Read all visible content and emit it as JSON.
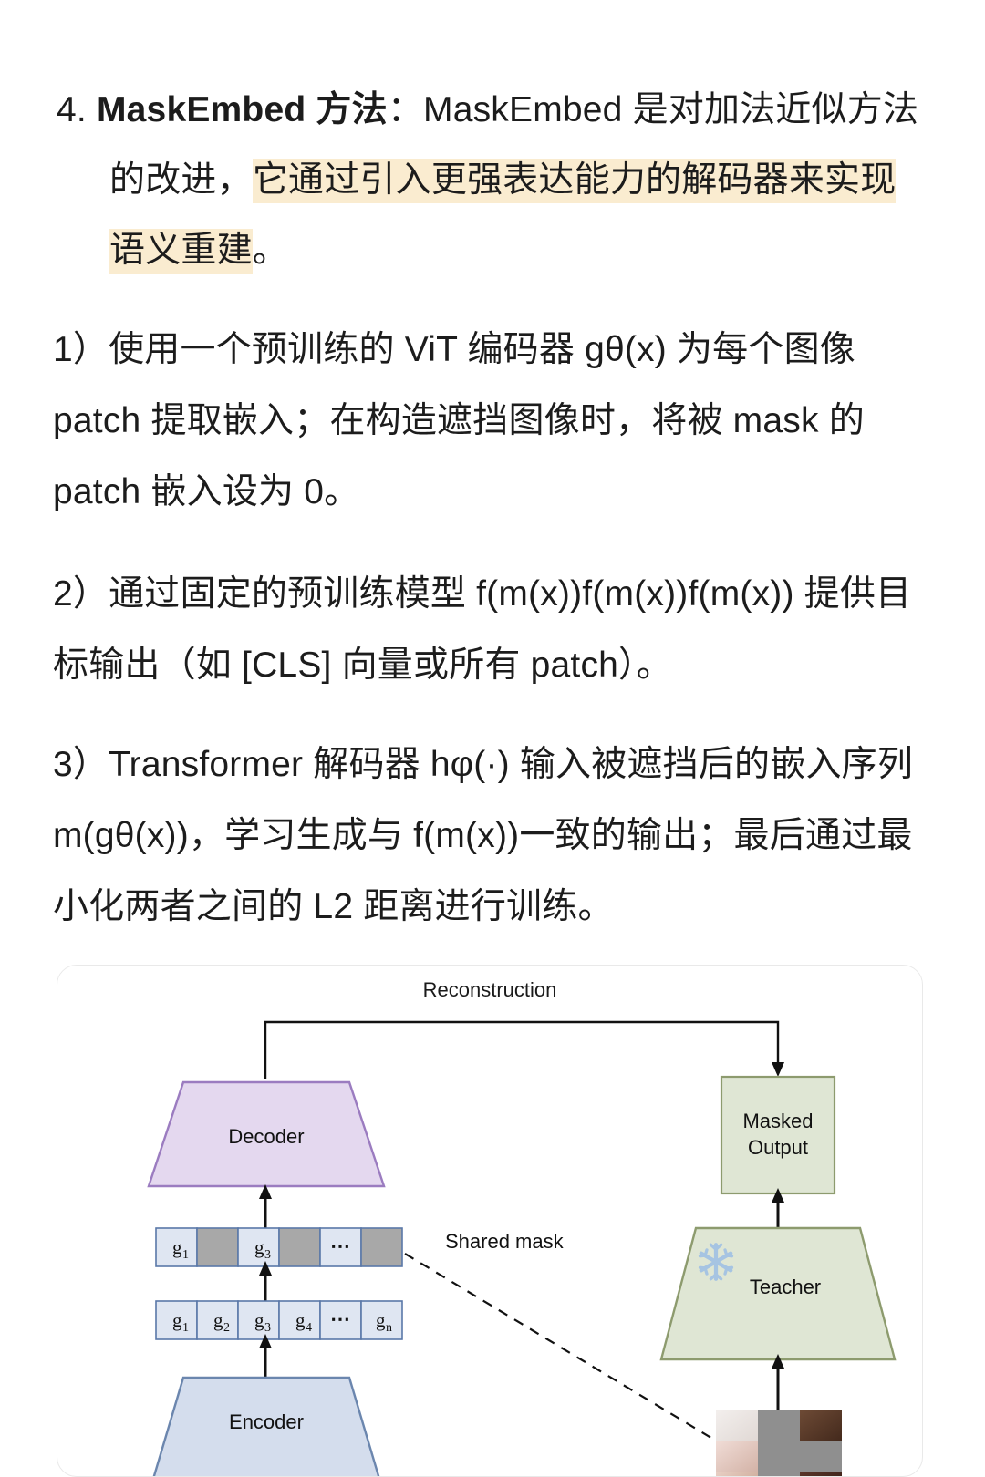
{
  "document": {
    "heading": {
      "number": "4.",
      "term": "MaskEmbed 方法",
      "colon": "：",
      "rest_before_highlight": "MaskEmbed 是对加法近似方法的改进，",
      "highlight": "它通过引入更强表达能力的解码器来实现语义重建",
      "rest_after_highlight": "。",
      "highlight_color": "#faecd0"
    },
    "paragraphs": [
      {
        "id": "1",
        "marker": "1）",
        "text": "使用一个预训练的 ViT 编码器 gθ(x) 为每个图像 patch 提取嵌入；在构造遮挡图像时，将被 mask 的 patch 嵌入设为 0。"
      },
      {
        "id": "2",
        "marker": "2）",
        "text": "通过固定的预训练模型 f(m(x))f(m(x))f(m(x)) 提供目标输出（如 [CLS] 向量或所有 patch）。"
      },
      {
        "id": "3",
        "marker": "3）",
        "text": "Transformer 解码器 hφ(·) 输入被遮挡后的嵌入序列 m(gθ(x))，学习生成与 f(m(x))一致的输出；最后通过最小化两者之间的 L2 距离进行训练。"
      }
    ]
  },
  "diagram": {
    "top_label": "Reconstruction",
    "shared_mask_label": "Shared mask",
    "decoder": {
      "label": "Decoder",
      "fill": "#e4d8ef",
      "stroke": "#9b7cc0"
    },
    "encoder": {
      "label": "Encoder",
      "fill": "#d4dded",
      "stroke": "#6b86ae"
    },
    "teacher": {
      "label": "Teacher",
      "icon": "snowflake-icon",
      "fill": "#dfe6d4",
      "stroke": "#8d9b6e"
    },
    "masked_output": {
      "label_line1": "Masked",
      "label_line2": "Output",
      "fill": "#dfe6d4",
      "stroke": "#8d9b6e"
    },
    "masked_embedding_row": {
      "cells": [
        "g₁",
        "",
        "g₃",
        "",
        "⋯",
        ""
      ],
      "masked_flags": [
        false,
        true,
        false,
        true,
        false,
        true
      ],
      "cell_fill": "#dfe6f2",
      "mask_fill": "#a8a8a8",
      "cell_stroke": "#5a78a8"
    },
    "embedding_row": {
      "cells": [
        "g₁",
        "g₂",
        "g₃",
        "g₄",
        "⋯",
        "gₙ"
      ],
      "cell_fill": "#dfe6f2",
      "cell_stroke": "#5a78a8"
    },
    "masked_image": {
      "name": "masked-input-image",
      "grid": [
        [
          "photo",
          "mask",
          "photo"
        ],
        [
          "photo",
          "mask",
          "mask"
        ],
        [
          "photo",
          "mask",
          "photo"
        ]
      ]
    }
  }
}
